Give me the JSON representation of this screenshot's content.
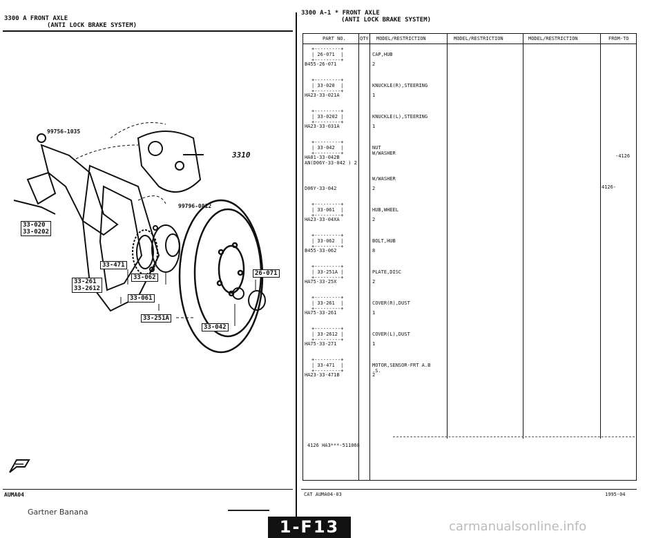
{
  "header_left": {
    "line1": "3300 A  FRONT AXLE",
    "line2": "(ANTI LOCK BRAKE SYSTEM)"
  },
  "header_right": {
    "line1": "3300 A-1 *  FRONT AXLE",
    "line2": "(ANTI LOCK BRAKE SYSTEM)"
  },
  "diagram": {
    "labels": {
      "part_top": "99756-1035",
      "part_mid": "99796-0812",
      "ref_3310": "3310"
    },
    "callouts": {
      "c1": "33-020\n33-0202",
      "c2": "33-471",
      "c3": "33-062",
      "c4": "33-261\n33-2612",
      "c5": "33-061",
      "c6": "26-071",
      "c7": "33-251A",
      "c8": "33-042"
    }
  },
  "table": {
    "columns": [
      "PART NO.",
      "QTY",
      "MODEL/RESTRICTION",
      "MODEL/RESTRICTION",
      "MODEL/RESTRICTION",
      "FROM-TO"
    ],
    "rows": [
      {
        "box": "+---------+\n| 26-071  |\n+---------+",
        "pn": "B455-26-071",
        "qty": "2",
        "desc": "CAP,HUB",
        "from": "",
        "to": ""
      },
      {
        "box": "+---------+\n| 33-020  |\n+---------+",
        "pn": "HA23-33-021A",
        "qty": "1",
        "desc": "KNUCKLE(R),STEERING",
        "from": "",
        "to": ""
      },
      {
        "box": "+---------+\n| 33-0202 |\n+---------+",
        "pn": "HA23-33-031A",
        "qty": "1",
        "desc": "KNUCKLE(L),STEERING",
        "from": "",
        "to": ""
      },
      {
        "box": "+---------+\n| 33-042  |\n+---------+",
        "pn": "HA01-33-042B\nAN(D06Y-33-042 ) 2",
        "qty": "",
        "desc": "NUT\nW/WASHER",
        "from": "",
        "to": "-4126"
      },
      {
        "box": "",
        "pn": "D06Y-33-042",
        "qty": "2",
        "desc": "W/WASHER",
        "from": "4126-",
        "to": ""
      },
      {
        "box": "+---------+\n| 33-061  |\n+---------+",
        "pn": "HA23-33-04XA",
        "qty": "2",
        "desc": "HUB,WHEEL",
        "from": "",
        "to": ""
      },
      {
        "box": "+---------+\n| 33-062  |\n+---------+",
        "pn": "B455-33-062",
        "qty": "8",
        "desc": "BOLT,HUB",
        "from": "",
        "to": ""
      },
      {
        "box": "+---------+\n| 33-251A |\n+---------+",
        "pn": "HA75-33-25X",
        "qty": "2",
        "desc": "PLATE,DISC",
        "from": "",
        "to": ""
      },
      {
        "box": "+---------+\n| 33-261  |\n+---------+",
        "pn": "HA75-33-261",
        "qty": "1",
        "desc": "COVER(R),DUST",
        "from": "",
        "to": ""
      },
      {
        "box": "+---------+\n| 33-2612 |\n+---------+",
        "pn": "HA75-33-271",
        "qty": "1",
        "desc": "COVER(L),DUST",
        "from": "",
        "to": ""
      },
      {
        "box": "+---------+\n| 33-471  |\n+---------+",
        "pn": "HA23-33-471B",
        "qty": "2",
        "desc": "MOTOR,SENSOR-FRT A.B\n.S.",
        "from": "",
        "to": ""
      }
    ],
    "note": "4126 HA3***-511068"
  },
  "footer": {
    "left_code": "AUMA04",
    "cat": "CAT  AUMA04-03",
    "date": "1995-04",
    "watermark": "Gartner Banana",
    "page_label": "1-F13",
    "site": "carmanualsonline.info"
  }
}
